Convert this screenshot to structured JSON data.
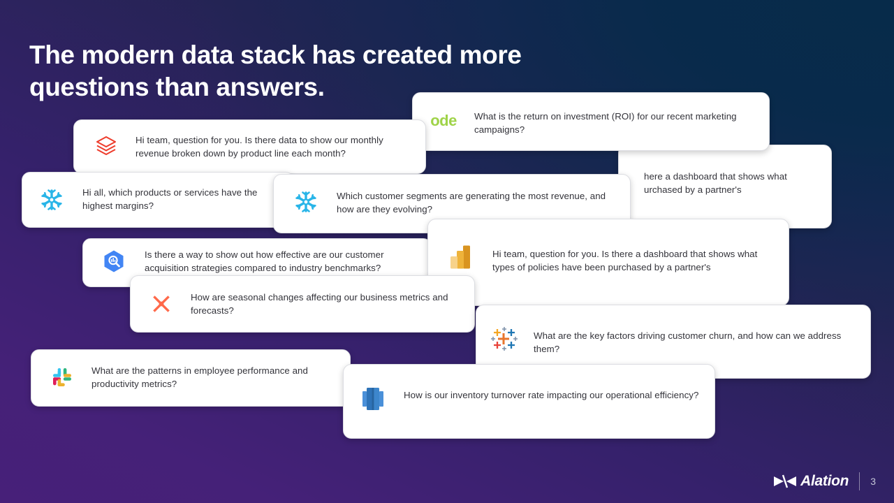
{
  "slide": {
    "title": "The modern data stack has created more\nquestions than answers.",
    "background": {
      "navy": "#15235a",
      "teal_navy": "#072b4a",
      "purple": "#472079"
    }
  },
  "cards": [
    {
      "id": "databricks",
      "icon": "databricks-icon",
      "icon_color": "#ee3d2d",
      "text": "Hi team, question for you. Is there data to show our monthly revenue broken down by product line each month?"
    },
    {
      "id": "mode",
      "icon": "mode-icon",
      "icon_color": "#9fd348",
      "icon_label": "ode",
      "text": "What is the return on investment (ROI) for our recent marketing campaigns?"
    },
    {
      "id": "hidden-right",
      "icon": "none",
      "text": "here a dashboard that shows what urchased by a partner's"
    },
    {
      "id": "snowflake-1",
      "icon": "snowflake-icon",
      "icon_color": "#29b5e8",
      "text": "Hi all, which products or services have the highest margins?"
    },
    {
      "id": "snowflake-2",
      "icon": "snowflake-icon",
      "icon_color": "#29b5e8",
      "text": "Which customer segments are generating the most revenue, and how are they evolving?"
    },
    {
      "id": "bigquery",
      "icon": "bigquery-icon",
      "icon_color": "#4285f4",
      "text": "Is there a way to show out how effective are our customer acquisition strategies compared to industry benchmarks?"
    },
    {
      "id": "powerbi",
      "icon": "power-bi-icon",
      "icon_color": "#e8a33d",
      "text": "Hi team, question for you. Is there a dashboard that shows what types of policies have been purchased by a partner's"
    },
    {
      "id": "dbt",
      "icon": "dbt-icon",
      "icon_color": "#ff694a",
      "text": "How are seasonal changes affecting our business metrics and forecasts?"
    },
    {
      "id": "tableau",
      "icon": "tableau-icon",
      "icon_color": "#e8762d",
      "text": "What are the key factors driving customer churn, and how can we address them?"
    },
    {
      "id": "slack",
      "icon": "slack-icon",
      "icon_color": "#36c5f0",
      "text": "What are the patterns in employee performance and productivity metrics?"
    },
    {
      "id": "redshift",
      "icon": "aws-redshift-icon",
      "icon_color": "#2e73b8",
      "text": "How is our inventory turnover rate impacting our operational efficiency?"
    }
  ],
  "footer": {
    "brand": "Alation",
    "page_number": "3"
  }
}
